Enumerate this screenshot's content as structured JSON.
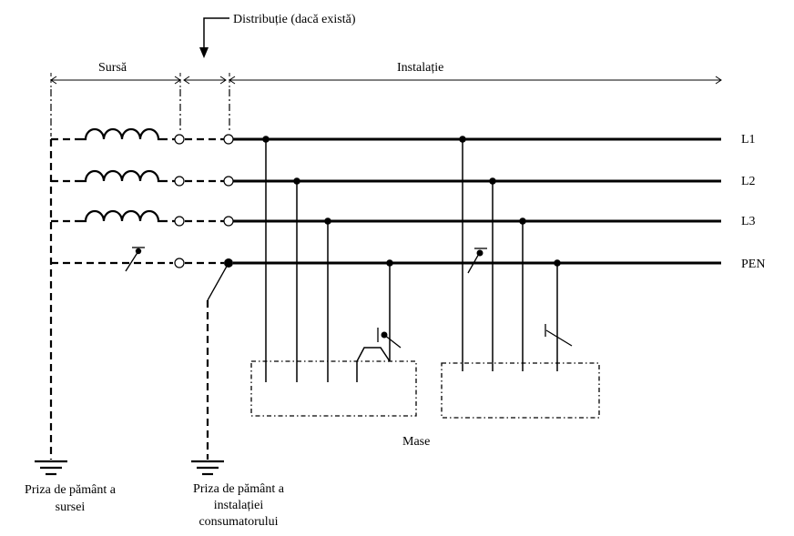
{
  "labels": {
    "distributie": "Distribuție (dacă există)",
    "sursa": "Sursă",
    "instalatie": "Instalație",
    "mase": "Mase",
    "priza_sursa_line1": "Priza de pământ a",
    "priza_sursa_line2": "sursei",
    "priza_inst_line1": "Priza de pământ a",
    "priza_inst_line2": "instalației",
    "priza_inst_line3": "consumatorului"
  },
  "conductors": [
    "L1",
    "L2",
    "L3",
    "PEN"
  ],
  "icons": {
    "winding": "inductor-coil-icon",
    "earth": "ground-symbol-icon",
    "switch": "switch-contact-icon",
    "terminal": "terminal-circle-icon"
  }
}
